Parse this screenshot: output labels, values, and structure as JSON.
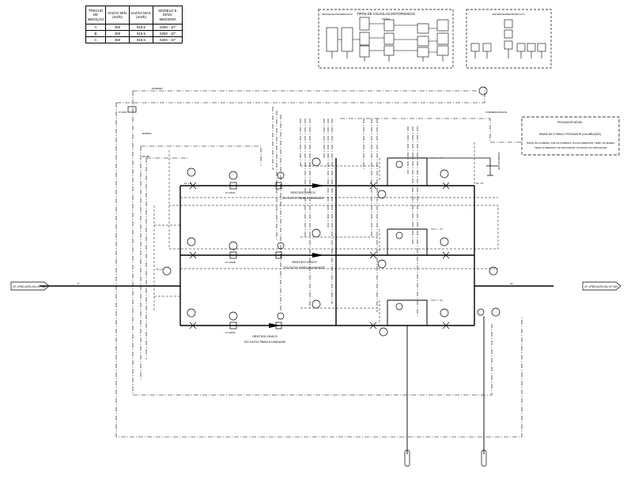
{
  "table": {
    "headers": [
      "TRECHO DE MEDIÇÃO",
      "VAZÃO MÍN. (m3/h)",
      "VAZÃO MÁX. (m3/h)",
      "MODELO E DIÂM. MEDIDOR"
    ],
    "rows": [
      [
        "A",
        "450",
        "915,5",
        "S250 - 10\""
      ],
      [
        "B",
        "450",
        "915,5",
        "S250 - 10\""
      ],
      [
        "C",
        "450",
        "915,5",
        "S250 - 10\""
      ]
    ]
  },
  "valves_panel": {
    "title": "TIPOS DE VÁLVULAS MOTORIZADAS",
    "left_caption": "DETALHE ELETROHIDRÁULICO",
    "sub_caption": "NOTA 4",
    "right_caption": "SISTEMA SUPERVISÓRIO E TF"
  },
  "prover_box": {
    "title": "PROVADOR MÓVEL",
    "line1": "SINAIS DE E PARA O PROVADOR (CALIBRAÇÃO)",
    "line2": "INÍCIO DA CORRIDA, FIM DA CORRIDA, PULSO MEDIDOR, TEMP. DA BARRA,",
    "line3": "TEMP. E PRESSÃO DO PROVADOR, POSIÇÃO DO PROVADOR."
  },
  "flow_labels": {
    "a1": "SENTIDO ÚNICO",
    "a2": "DO DUTO PARA A UNIDADE",
    "b1": "SENTIDO ÚNICO",
    "b2": "DO DUTO PARA A UNIDADE",
    "c1": "SENTIDO ÚNICO",
    "c2": "DO DUTO PARA A UNIDADE"
  },
  "lines": {
    "inlet": "10\"-LP603-A291-N1c-VP-333",
    "outlet": "10\"-LP603-A291-N1c-VP-333"
  },
  "tags": {
    "header_in": "10\" x 8\"",
    "header_out": "10\" x 8\"",
    "fit_a": "FT-A203A",
    "fit_b": "FT-A203B",
    "fit_c": "FT-A203C",
    "prover_conn": "VER PROVADOR",
    "compressor": "COMPRESSOR DE AR",
    "ethernet": "ETHERNET",
    "modbus": "MODBUS",
    "rs485": "RS-485",
    "to_dcs": "P/ SDCD",
    "sizes": "8\" x 6\"",
    "size10": "10\"",
    "size8": "8\""
  },
  "colors": {
    "line": "#000000",
    "background": "#ffffff"
  }
}
